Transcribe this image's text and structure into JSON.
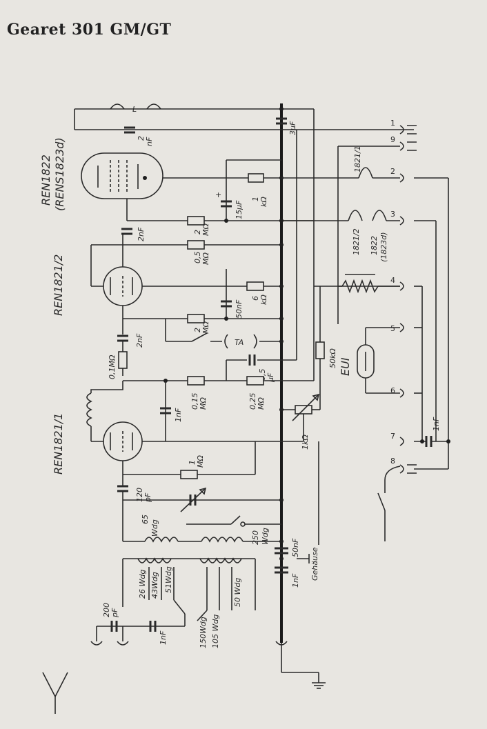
{
  "header": {
    "title": "Gearet 301 GM/GT"
  },
  "tubes": {
    "v1": "REN1822",
    "v1_alt": "(RENS1823d)",
    "v2": "REN1821/2",
    "v3": "REN1821/1"
  },
  "components": {
    "L": "L",
    "c_2nf_top": "2",
    "c_2nf_top_unit": "nF",
    "c_3uf": "3µF",
    "c_15uf": "15µF",
    "r_1k": "1",
    "r_1k_unit": "kΩ",
    "r_2m_a": "2",
    "r_2m_a_unit": "MΩ",
    "c_2nf_a": "2nF",
    "r_05m": "0,5",
    "r_05m_unit": "MΩ",
    "c_50nf_a": "50nF",
    "r_6k": "6",
    "r_6k_unit": "kΩ",
    "r_2m_b": "2",
    "r_2m_b_unit": "MΩ",
    "ta": "TA",
    "c_2nf_b": "2nF",
    "r_01m": "0,1MΩ",
    "c_05uf": "0,5",
    "c_05uf_unit": "µF",
    "r_015m": "0,15",
    "r_015m_unit": "MΩ",
    "r_025m": "0,25",
    "r_025m_unit": "MΩ",
    "c_1nf_a": "1nF",
    "pot_1k": "1kΩ",
    "r_50k": "50kΩ",
    "r_1m": "1",
    "r_1m_unit": "MΩ",
    "c_120pf": "120",
    "c_120pf_unit": "pF",
    "coil_65": "65",
    "coil_65_unit": "Wdg",
    "coil_250": "250",
    "coil_250_unit": "Wdg",
    "c_50nf_b": "50nF",
    "c_1nf_b": "1nF",
    "gehaeuse": "Gehäuse",
    "tap_26": "26 Wdg",
    "tap_43": "43Wdg",
    "tap_51": "51Wdg",
    "tap_150": "150Wdg",
    "tap_105": "105 Wdg",
    "tap_50": "50 Wdg",
    "c_200pf": "200",
    "c_200pf_unit": "pF",
    "c_1nf_ant": "1nF",
    "c_1nf_c": "1nF",
    "eui": "EUI",
    "h_1821_1": "1821/1",
    "h_1821_2": "1821/2",
    "h_1822": "1822",
    "h_1823d": "(1823d)"
  },
  "pins": [
    "1",
    "9",
    "2",
    "3",
    "4",
    "5",
    "6",
    "7",
    "8"
  ]
}
